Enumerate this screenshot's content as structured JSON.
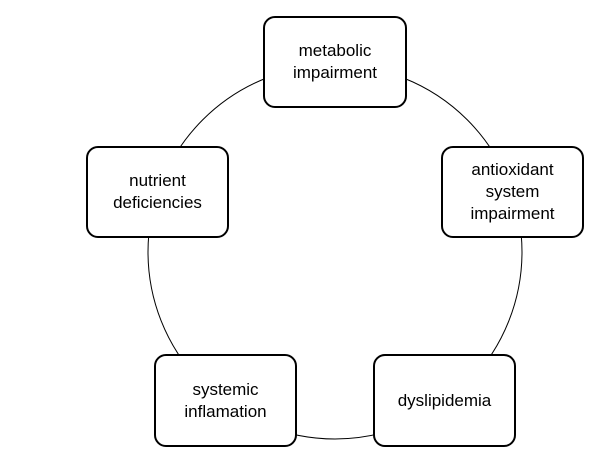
{
  "diagram": {
    "nodes": [
      {
        "id": "metabolic",
        "label": "metabolic\nimpairment"
      },
      {
        "id": "antioxidant",
        "label": "antioxidant\nsystem\nimpairment"
      },
      {
        "id": "dyslipidemia",
        "label": "dyslipidemia"
      },
      {
        "id": "systemic",
        "label": "systemic\ninflamation"
      },
      {
        "id": "nutrient",
        "label": "nutrient\ndeficiencies"
      }
    ],
    "connector": "circle",
    "colors": {
      "stroke": "#000000",
      "box_fill": "#ffffff",
      "text": "#000000"
    }
  }
}
